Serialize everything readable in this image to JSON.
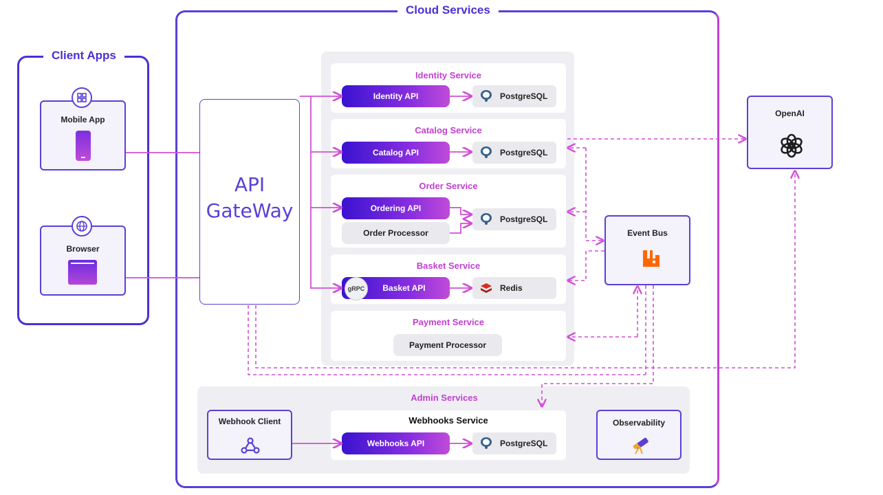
{
  "client_apps": {
    "title": "Client Apps",
    "mobile_label": "Mobile App",
    "browser_label": "Browser"
  },
  "cloud": {
    "title": "Cloud Services"
  },
  "gateway": {
    "line1": "API",
    "line2": "GateWay"
  },
  "services": {
    "identity": {
      "title": "Identity Service",
      "api": "Identity API",
      "db": "PostgreSQL"
    },
    "catalog": {
      "title": "Catalog Service",
      "api": "Catalog API",
      "db": "PostgreSQL"
    },
    "order": {
      "title": "Order Service",
      "api": "Ordering API",
      "processor": "Order Processor",
      "db": "PostgreSQL"
    },
    "basket": {
      "title": "Basket Service",
      "api": "Basket API",
      "grpc": "gRPC",
      "db": "Redis"
    },
    "payment": {
      "title": "Payment Service",
      "processor": "Payment Processor"
    }
  },
  "event_bus": {
    "label": "Event Bus"
  },
  "openai": {
    "label": "OpenAI"
  },
  "admin": {
    "title": "Admin Services",
    "webhook_client": "Webhook Client",
    "webhooks_service": "Webhooks Service",
    "webhooks_api": "Webhooks API",
    "db": "PostgreSQL",
    "observability": "Observability"
  },
  "colors": {
    "primary": "#5a3fd8",
    "accent": "#c23fd1",
    "connector": "#d04fd6"
  }
}
